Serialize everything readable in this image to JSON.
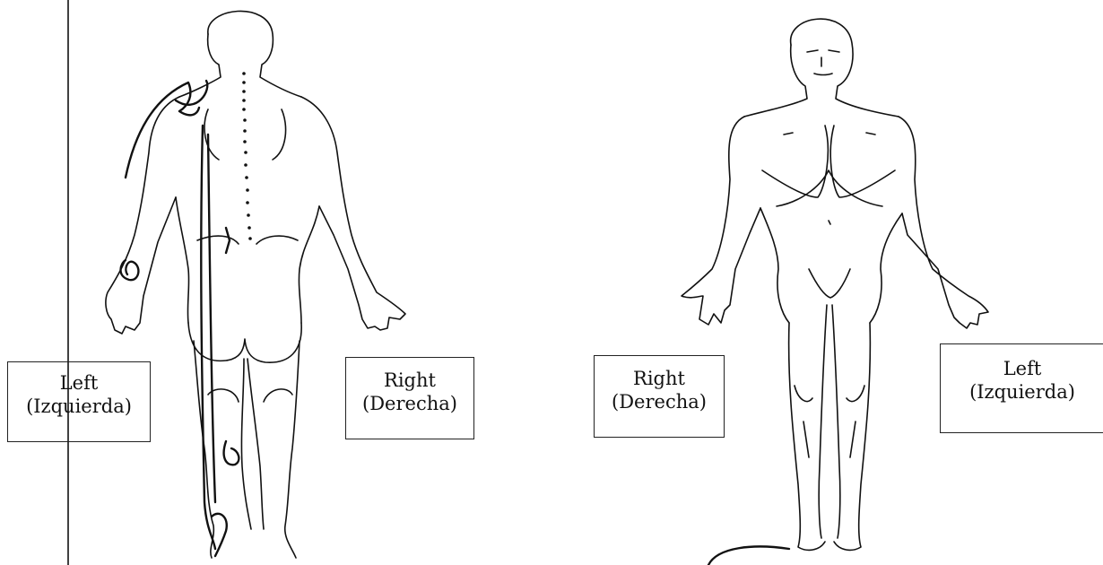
{
  "back_view": {
    "left_label": {
      "line1": "Left",
      "line2": "(Izquierda)"
    },
    "right_label": {
      "line1": "Right",
      "line2": "(Derecha)"
    }
  },
  "front_view": {
    "right_label": {
      "line1": "Right",
      "line2": "(Derecha)"
    },
    "left_label": {
      "line1": "Left",
      "line2": "(Izquierda)"
    }
  },
  "colors": {
    "ink": "#111111",
    "background": "#ffffff"
  }
}
